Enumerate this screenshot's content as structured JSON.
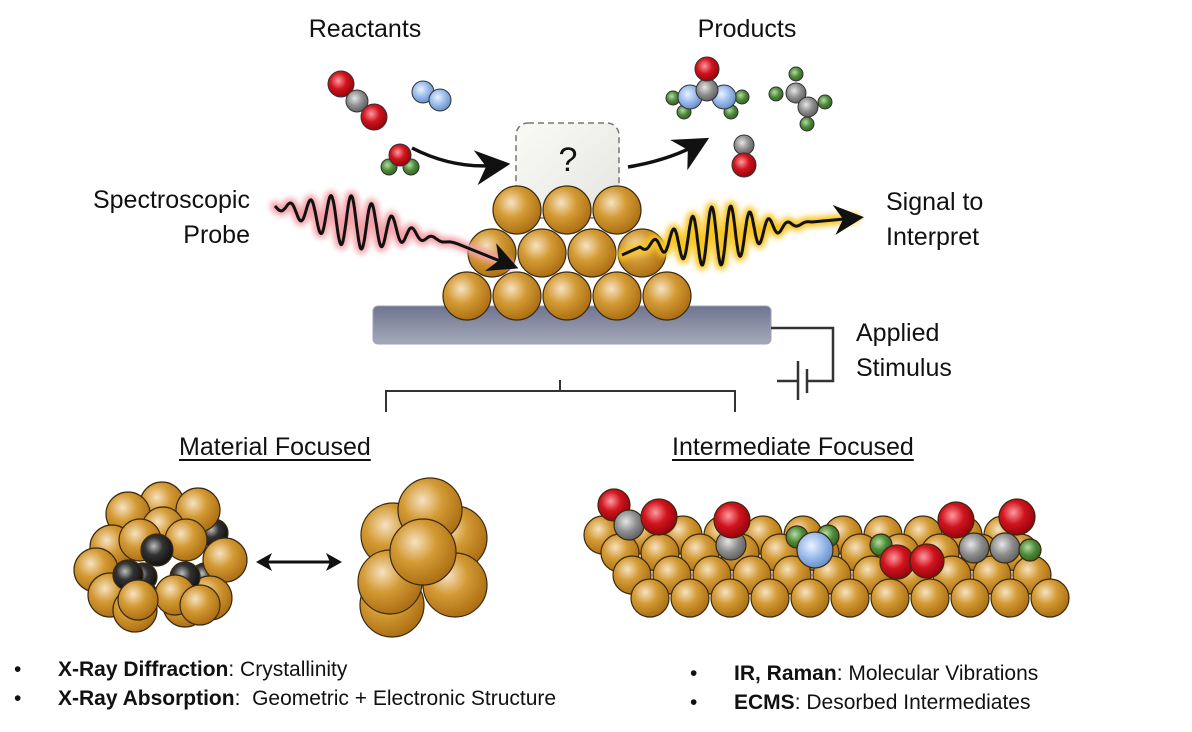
{
  "labels": {
    "reactants": "Reactants",
    "products": "Products",
    "probe_line1": "Spectroscopic",
    "probe_line2": "Probe",
    "signal_line1": "Signal to",
    "signal_line2": "Interpret",
    "stimulus_line1": "Applied",
    "stimulus_line2": "Stimulus",
    "unknown_mark": "?",
    "material_focused": "Material Focused",
    "intermediate_focused": "Intermediate Focused"
  },
  "material_techniques": [
    {
      "bullet": "•",
      "name": "X-Ray Diffraction",
      "sep": ":",
      "desc": " Crystallinity"
    },
    {
      "bullet": "•",
      "name": "X-Ray Absorption",
      "sep": ":",
      "desc": "  Geometric + Electronic Structure"
    }
  ],
  "intermediate_techniques": [
    {
      "bullet": "•",
      "name": "IR, Raman",
      "sep": ":",
      "desc": " Molecular Vibrations"
    },
    {
      "bullet": "•",
      "name": "ECMS",
      "sep": ":",
      "desc": " Desorbed Intermediates"
    }
  ],
  "colors": {
    "metal": "#c98a1a",
    "oxygen": "#c8101a",
    "carbon": "#8a8a8a",
    "nitrogen": "#8fb3e6",
    "hydrogen": "#4f8a3a",
    "dopant": "#2a2a2a",
    "substrate": "#8d93a6",
    "probe_glow": "#f4a0a8",
    "signal_glow": "#f7c623"
  }
}
